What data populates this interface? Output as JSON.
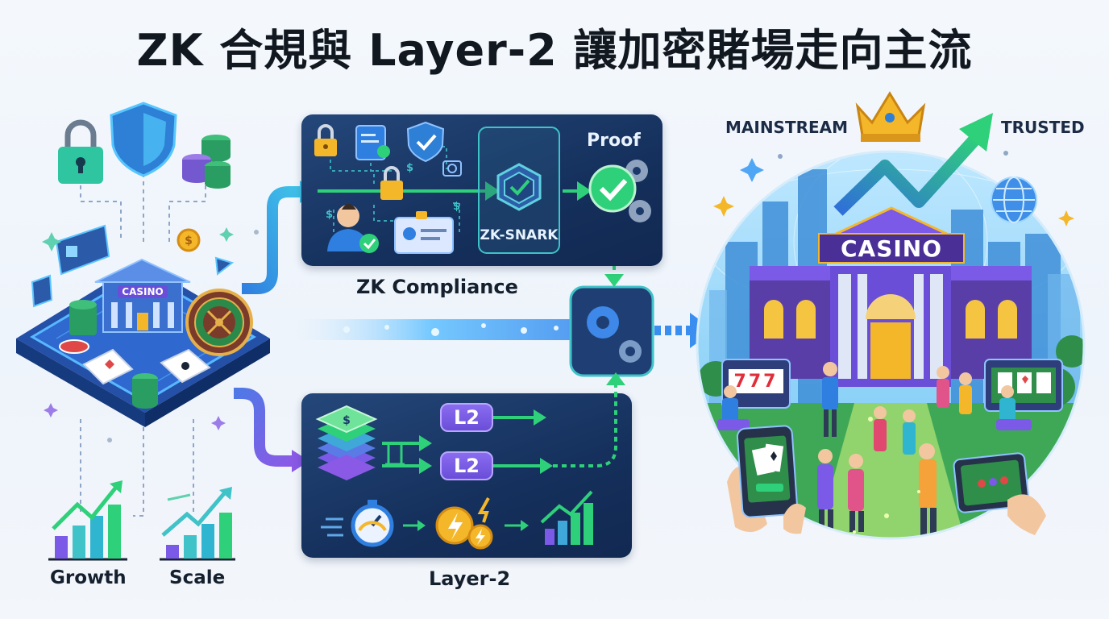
{
  "title": "ZK 合規與 Layer-2 讓加密賭場走向主流",
  "left": {
    "casino_sign": "CASINO",
    "growth_label": "Growth",
    "scale_label": "Scale"
  },
  "zk_panel": {
    "snark_label": "ZK-SNARK",
    "proof_label": "Proof",
    "caption": "ZK Compliance"
  },
  "l2_panel": {
    "chip_top": "L2",
    "chip_bottom": "L2",
    "caption": "Layer-2"
  },
  "right": {
    "mainstream_label": "MAINSTREAM",
    "trusted_label": "TRUSTED",
    "casino_sign": "CASINO",
    "slot_text": "777"
  },
  "colors": {
    "panel": "#1b3a6a",
    "green": "#2fd07a",
    "purple": "#7a5ae6",
    "cyan": "#3fc2c8",
    "gold": "#f5b72a"
  }
}
